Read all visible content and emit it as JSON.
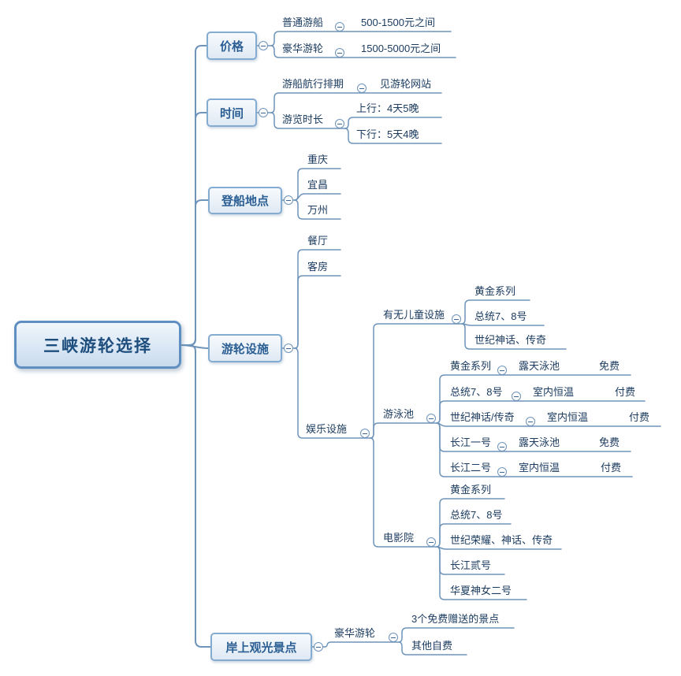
{
  "title": "三峡游轮选择",
  "icons": {
    "collapse": "minus-circle"
  },
  "colors": {
    "branch_line": "#6e94ba",
    "topic_text": "#1c3c60",
    "box_text": "#2b5f94",
    "root_border": "#5f8fc0",
    "root_fill": "#d7e4f2"
  },
  "branches": {
    "price": {
      "label": "价格",
      "ordinary": {
        "label": "普通游船",
        "value": "500-1500元之间"
      },
      "luxury": {
        "label": "豪华游轮",
        "value": "1500-5000元之间"
      }
    },
    "time": {
      "label": "时间",
      "schedule": {
        "label": "游船航行排期",
        "value": "见游轮网站"
      },
      "duration": {
        "label": "游览时长",
        "up": "上行：4天5晚",
        "down": "下行：5天4晚"
      }
    },
    "boarding": {
      "label": "登船地点",
      "cities": [
        "重庆",
        "宜昌",
        "万州"
      ]
    },
    "facilities": {
      "label": "游轮设施",
      "restaurant": "餐厅",
      "guestroom": "客房",
      "entertainment": {
        "label": "娱乐设施",
        "kids": {
          "label": "有无儿童设施",
          "ships": [
            "黄金系列",
            "总统7、8号",
            "世纪神话、传奇"
          ]
        },
        "pool": {
          "label": "游泳池",
          "rows": [
            {
              "ship": "黄金系列",
              "type": "露天泳池",
              "fee": "免费"
            },
            {
              "ship": "总统7、8号",
              "type": "室内恒温",
              "fee": "付费"
            },
            {
              "ship": "世纪神话/传奇",
              "type": "室内恒温",
              "fee": "付费"
            },
            {
              "ship": "长江一号",
              "type": "露天泳池",
              "fee": "免费"
            },
            {
              "ship": "长江二号",
              "type": "室内恒温",
              "fee": "付费"
            }
          ]
        },
        "cinema": {
          "label": "电影院",
          "ships": [
            "黄金系列",
            "总统7、8号",
            "世纪荣耀、神话、传奇",
            "长江贰号",
            "华夏神女二号"
          ]
        }
      }
    },
    "shore": {
      "label": "岸上观光景点",
      "luxury": {
        "label": "豪华游轮",
        "free": "3个免费赠送的景点",
        "paid": "其他自费"
      }
    }
  }
}
